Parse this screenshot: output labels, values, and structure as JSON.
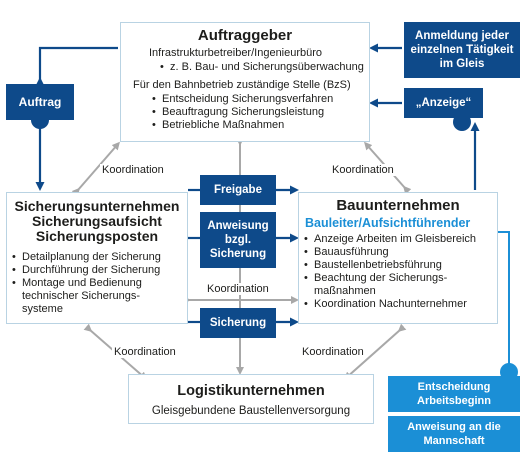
{
  "auftraggeber": {
    "title": "Auftraggeber",
    "line1": "Infrastrukturbetreiber/Ingenieurbüro",
    "line1_item": "z. B. Bau- und Sicherungsüberwachung",
    "line2": "Für den Bahnbetrieb zuständige Stelle (BzS)",
    "items": [
      "Entscheidung Sicherungsverfahren",
      "Beauftragung Sicherungsleistung",
      "Betriebliche Maßnahmen"
    ]
  },
  "sicherung": {
    "title_lines": [
      "Sicherungsunternehmen",
      "Sicherungsaufsicht",
      "Sicherungsposten"
    ],
    "items": [
      "Detailplanung der Sicherung",
      "Durchführung der Sicherung",
      "Montage und Bedienung technischer Sicherungs-systeme"
    ]
  },
  "bau": {
    "title": "Bauunternehmen",
    "subtitle": "Bauleiter/Aufsichtführender",
    "items": [
      "Anzeige Arbeiten im Gleisbereich",
      "Bauausführung",
      "Baustellenbetriebsführung",
      "Beachtung der Sicherungs-maßnahmen",
      "Koordination Nachunternehmer"
    ]
  },
  "logistik": {
    "title": "Logistikunternehmen",
    "subtitle": "Gleisgebundene Baustellenversorgung"
  },
  "tags": {
    "auftrag": "Auftrag",
    "anmeldung": "Anmeldung jeder einzelnen Tätigkeit im Gleis",
    "anzeige": "„Anzeige“",
    "freigabe": "Freigabe",
    "anweisung": "Anweisung bzgl. Sicherung",
    "sicherung": "Sicherung",
    "entscheidung": "Entscheidung Arbeitsbeginn",
    "anweisung_mannschaft": "Anweisung an die Mannschaft"
  },
  "koordination": "Koordination",
  "colors": {
    "navy": "#0e4a8a",
    "light_blue": "#1b8fd6",
    "border": "#b9d3e3",
    "grey_arrow": "#a8a8a8"
  }
}
